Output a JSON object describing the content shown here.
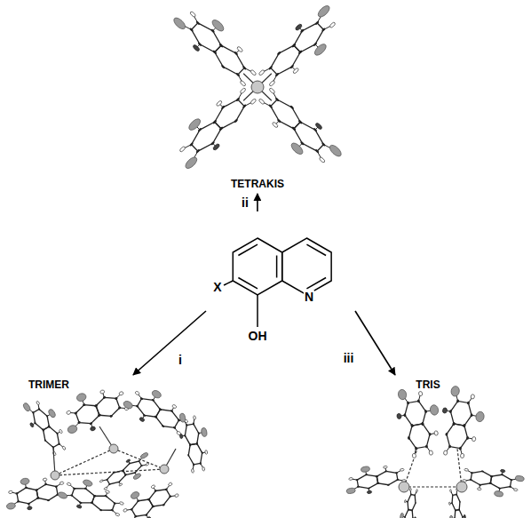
{
  "diagram": {
    "nodes": [
      {
        "text": [
          "TETRAKIS"
        ]
      },
      {
        "text": [
          "X",
          "OH",
          "N"
        ]
      },
      {
        "text": [
          "TRIMER"
        ]
      },
      {
        "text": [
          "TRIS"
        ]
      }
    ],
    "edges": [
      {
        "from": 1,
        "to": 0,
        "arrow": "to",
        "label": "ii"
      },
      {
        "from": 1,
        "to": 2,
        "arrow": "to",
        "label": "i"
      },
      {
        "from": 1,
        "to": 3,
        "arrow": "to",
        "label": "iii"
      }
    ]
  }
}
